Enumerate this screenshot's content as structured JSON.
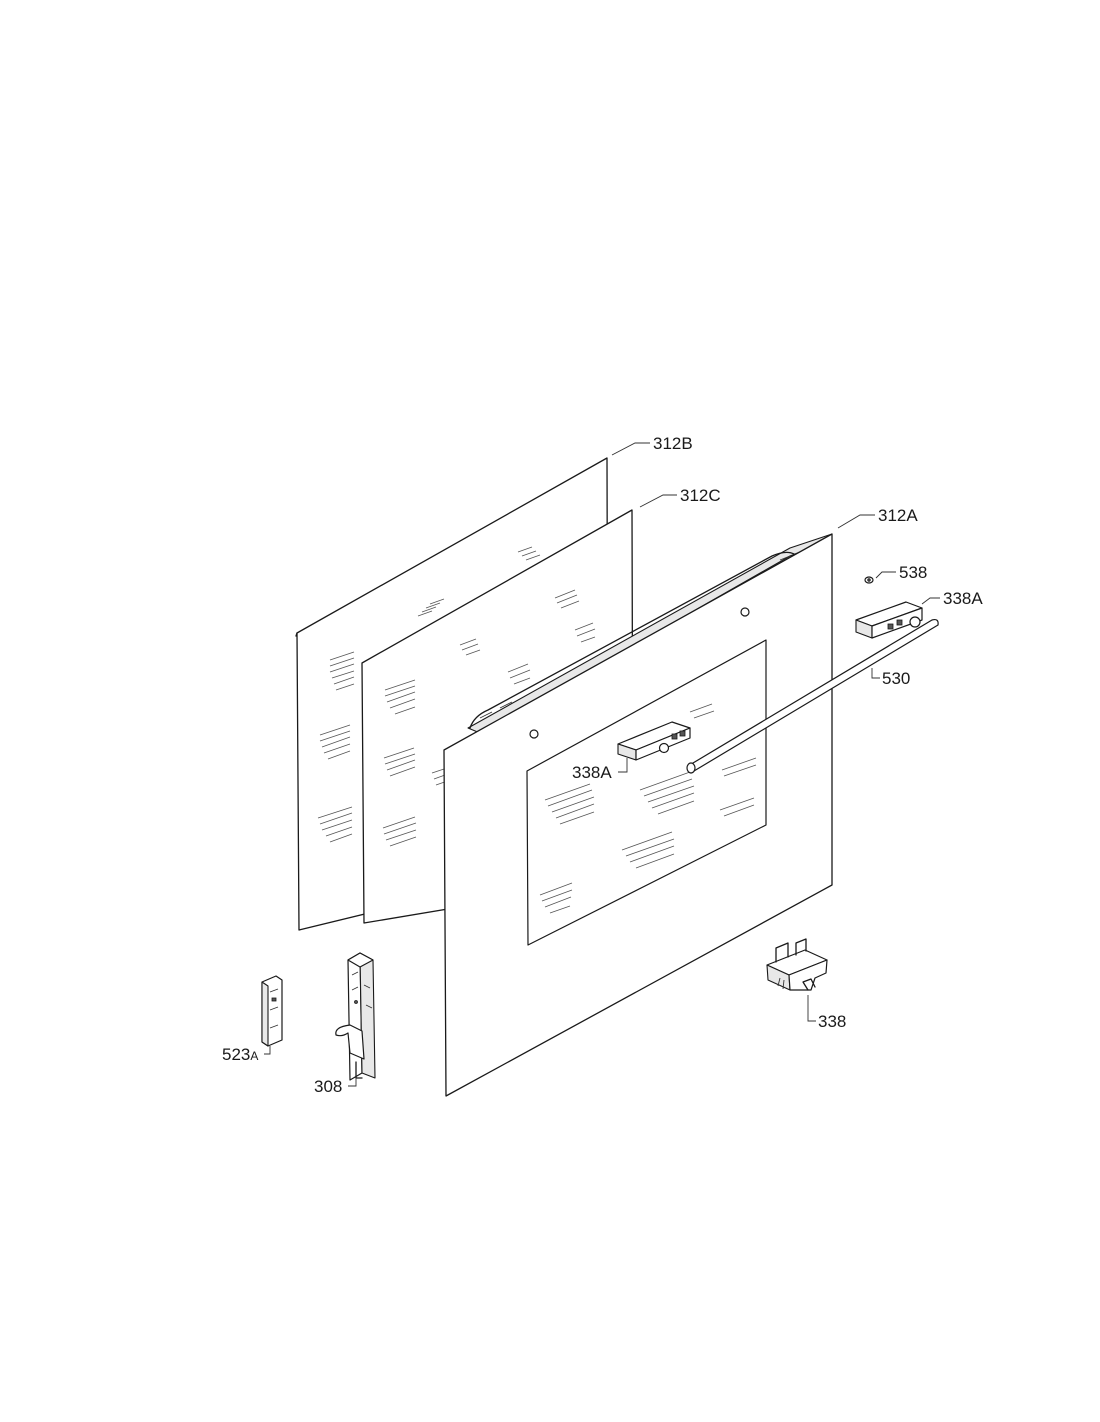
{
  "callouts": {
    "c312B": "312B",
    "c312C": "312C",
    "c312A": "312A",
    "c538": "538",
    "c338A_right_main": "338A",
    "c530": "530",
    "c338A_center_main": "338A",
    "c338": "338",
    "c523A_main": "523",
    "c523A_suffix": "A",
    "c308": "308"
  }
}
